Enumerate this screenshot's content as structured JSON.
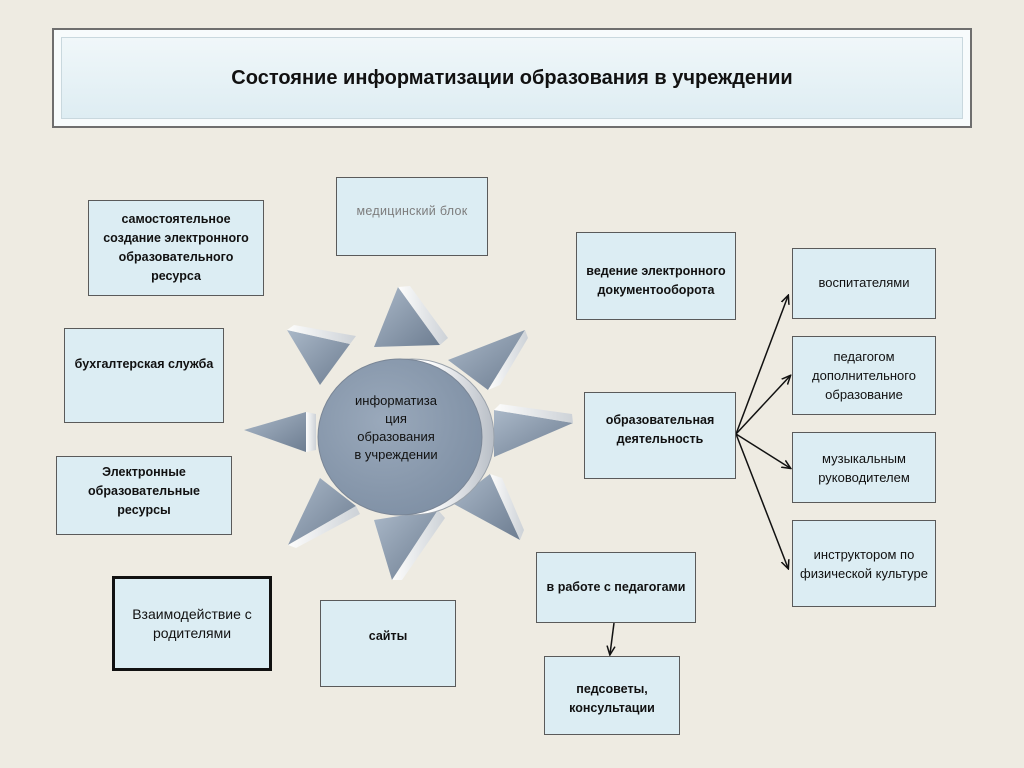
{
  "title": "Состояние информатизации образования в  учреждении",
  "hub": {
    "line1": "информатиза",
    "line2": "ция",
    "line3": "образования",
    "line4": "в учреждении"
  },
  "nodes": {
    "self_resource": "самостоятельное создание электронного образовательного ресурса",
    "medical": "медицинский блок",
    "document_flow": "ведение электронного документооборота",
    "accounting": "бухгалтерская служба",
    "e_resources": "Электронные образовательные ресурсы",
    "parents": "Взаимодействие с родителями",
    "sites": "сайты",
    "teachers_work": "в работе с педагогами",
    "councils": "педсоветы, консультации",
    "edu_activity": "образовательная деятельность",
    "educators": "воспитателями",
    "extra_teacher": "педагогом дополнительного образование",
    "music": "музыкальным руководителем",
    "pe": "инструктором по физической культуре"
  },
  "colors": {
    "box_fill": "#dcedf3",
    "background": "#eeebe2",
    "hub_fill": "#8d9db1"
  }
}
